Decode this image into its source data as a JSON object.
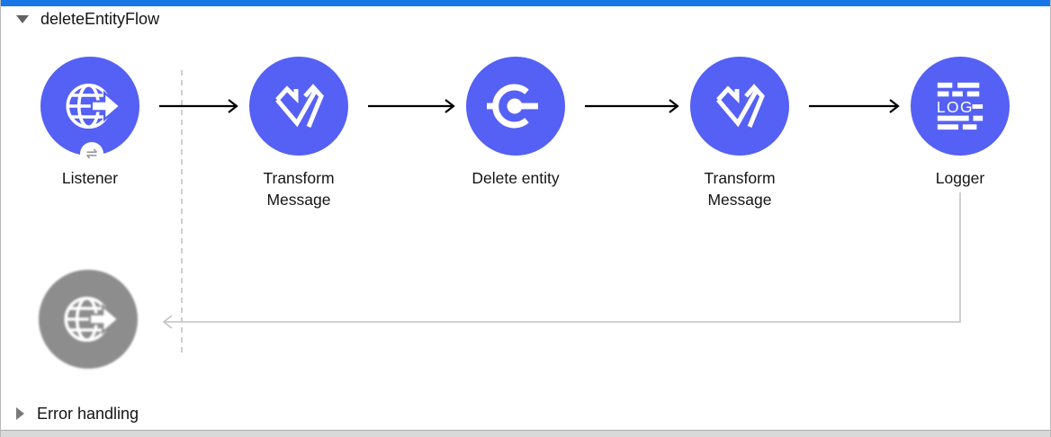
{
  "flow": {
    "title": "deleteEntityFlow",
    "nodes": [
      {
        "id": "listener",
        "label": "Listener"
      },
      {
        "id": "transform-message-1",
        "label": "Transform Message"
      },
      {
        "id": "delete-entity",
        "label": "Delete entity"
      },
      {
        "id": "transform-message-2",
        "label": "Transform Message"
      },
      {
        "id": "logger",
        "label": "Logger",
        "icon_text": "LOG"
      }
    ],
    "response_node": {
      "id": "listener-response"
    }
  },
  "error_handling": {
    "label": "Error handling"
  },
  "colors": {
    "accent_bar_blue": "#1877e6",
    "node_blue": "#5560f5",
    "muted_node_gray": "#8d8d8d",
    "response_line_gray": "#c3c3c3",
    "dashed_boundary_gray": "#cfcfcf",
    "arrow_black": "#000000"
  }
}
